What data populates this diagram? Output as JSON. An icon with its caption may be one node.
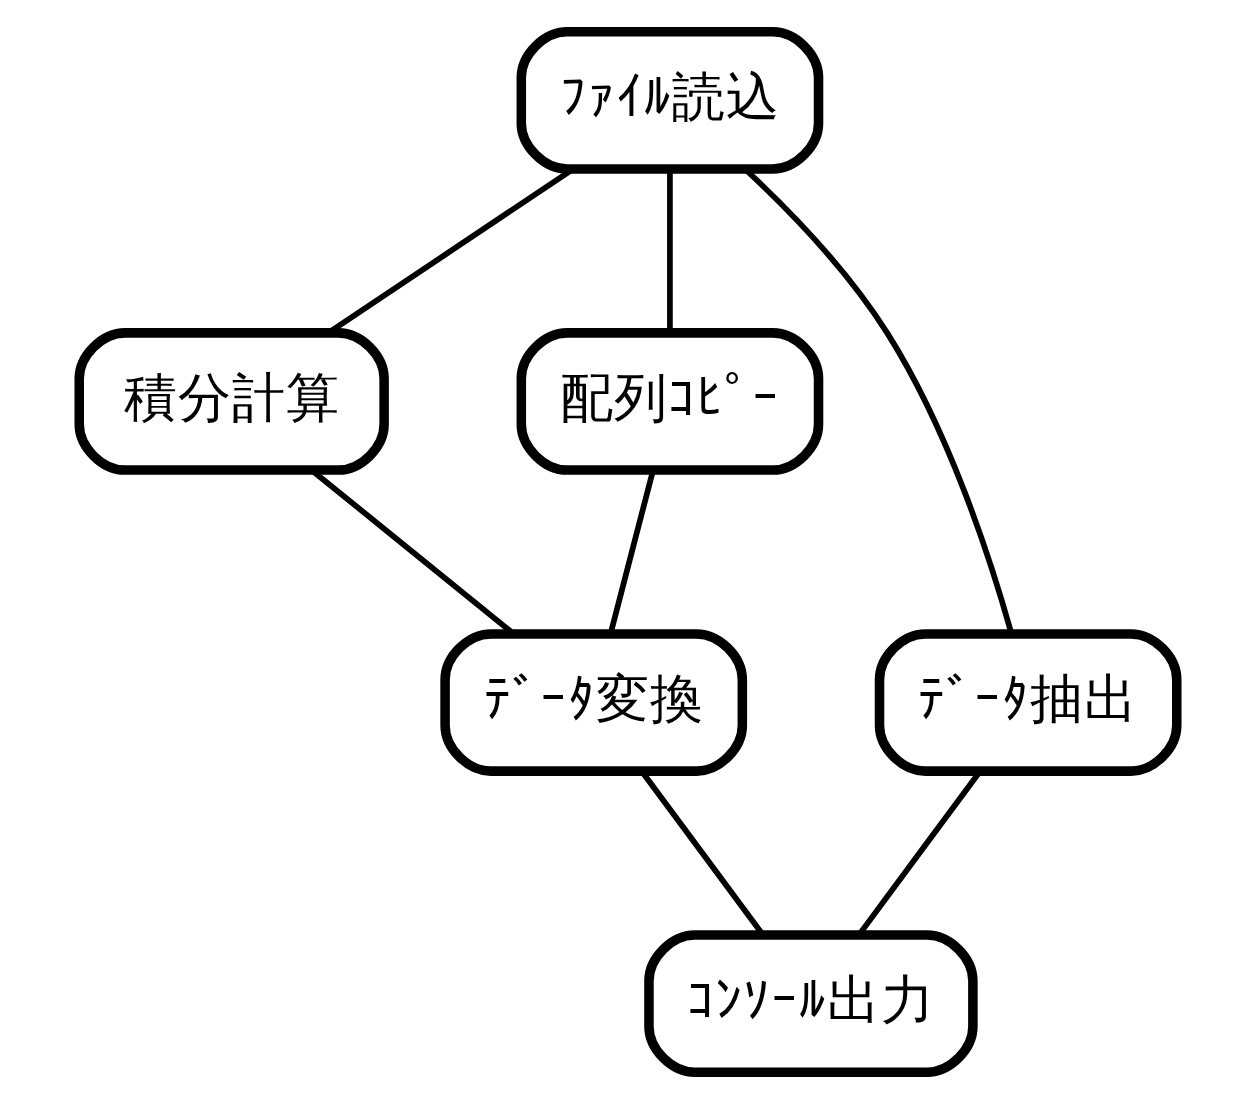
{
  "diagram": {
    "nodes": [
      {
        "text": [
          "ﾌｧｲﾙ読込"
        ]
      },
      {
        "text": [
          "積分計算"
        ]
      },
      {
        "text": [
          "配列ｺﾋﾟｰ"
        ]
      },
      {
        "text": [
          "ﾃﾞｰﾀ抽出"
        ]
      },
      {
        "text": [
          "ﾃﾞｰﾀ変換"
        ]
      },
      {
        "text": [
          "ｺﾝｿｰﾙ出力"
        ]
      }
    ],
    "edges": [
      {
        "from": 0,
        "to": 1,
        "arrow": "none"
      },
      {
        "from": 0,
        "to": 2,
        "arrow": "none"
      },
      {
        "from": 0,
        "to": 3,
        "arrow": "none"
      },
      {
        "from": 1,
        "to": 4,
        "arrow": "none"
      },
      {
        "from": 2,
        "to": 4,
        "arrow": "none"
      },
      {
        "from": 4,
        "to": 5,
        "arrow": "none"
      },
      {
        "from": 3,
        "to": 5,
        "arrow": "none"
      }
    ]
  }
}
